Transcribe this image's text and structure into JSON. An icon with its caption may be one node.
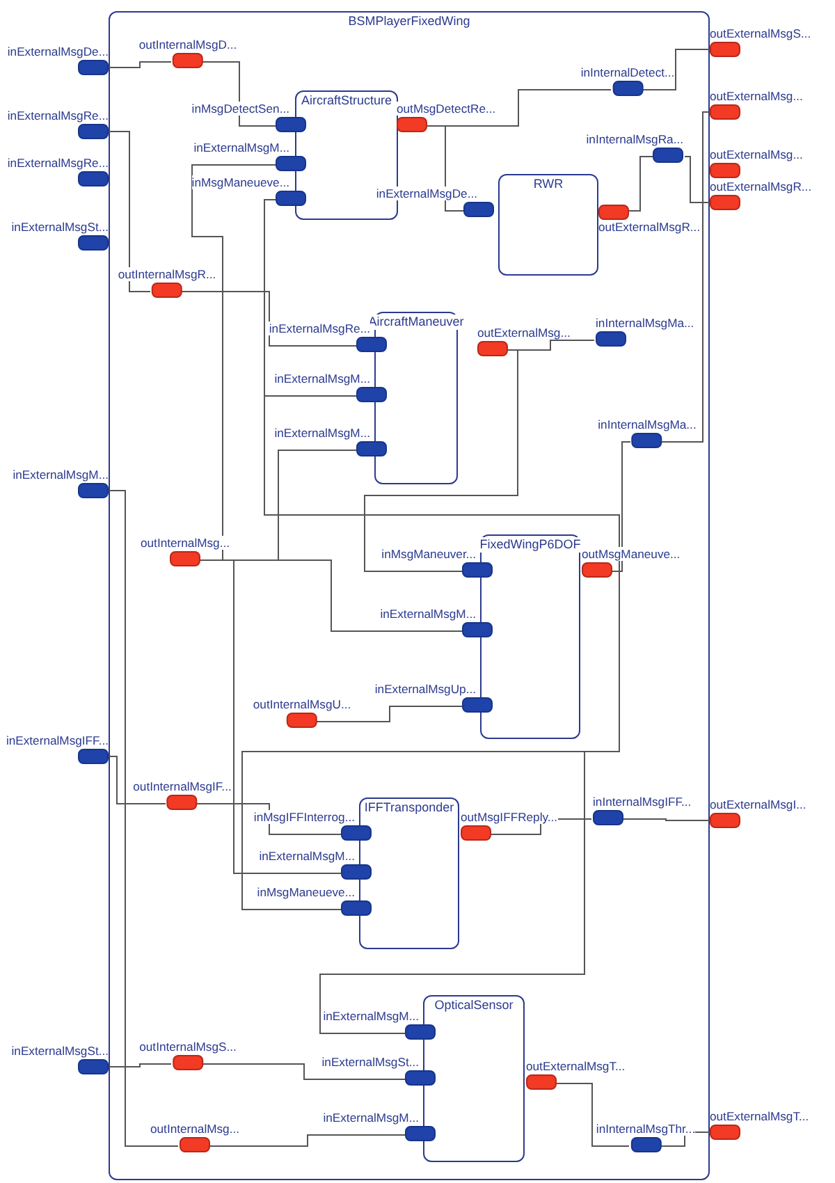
{
  "diagram": {
    "nodes": [
      {
        "text": [
          "BSMPlayerFixedWing"
        ]
      },
      {
        "text": [
          "inExternalMsgDe..."
        ]
      },
      {
        "text": [
          "inExternalMsgRe..."
        ]
      },
      {
        "text": [
          "inExternalMsgRe..."
        ]
      },
      {
        "text": [
          "inExternalMsgSt..."
        ]
      },
      {
        "text": [
          "inExternalMsgM..."
        ]
      },
      {
        "text": [
          "inExternalMsgIFF..."
        ]
      },
      {
        "text": [
          "inExternalMsgSt..."
        ]
      },
      {
        "text": [
          "outExternalMsgS..."
        ]
      },
      {
        "text": [
          "outExternalMsg..."
        ]
      },
      {
        "text": [
          "outExternalMsg..."
        ]
      },
      {
        "text": [
          "outExternalMsgR..."
        ]
      },
      {
        "text": [
          "outExternalMsgI..."
        ]
      },
      {
        "text": [
          "outExternalMsgT..."
        ]
      },
      {
        "text": [
          "AircraftStructure"
        ],
        "in": 0
      },
      {
        "text": [
          "RWR"
        ],
        "in": 0
      },
      {
        "text": [
          "AircraftManeuver"
        ],
        "in": 0
      },
      {
        "text": [
          "FixedWingP6DOF"
        ],
        "in": 0
      },
      {
        "text": [
          "IFFTransponder"
        ],
        "in": 0
      },
      {
        "text": [
          "OpticalSensor"
        ],
        "in": 0
      },
      {
        "text": [
          "outInternalMsgD..."
        ],
        "in": 0
      },
      {
        "text": [
          "outInternalMsgR..."
        ],
        "in": 0
      },
      {
        "text": [
          "inInternalDetect..."
        ],
        "in": 0
      },
      {
        "text": [
          "inInternalMsgRa..."
        ],
        "in": 0
      },
      {
        "text": [
          "inInternalMsgMa..."
        ],
        "in": 0
      },
      {
        "text": [
          "inInternalMsgMa..."
        ],
        "in": 0
      },
      {
        "text": [
          "outInternalMsg..."
        ],
        "in": 0
      },
      {
        "text": [
          "outInternalMsgU..."
        ],
        "in": 0
      },
      {
        "text": [
          "outInternalMsgIF..."
        ],
        "in": 0
      },
      {
        "text": [
          "inInternalMsgIFF..."
        ],
        "in": 0
      },
      {
        "text": [
          "outInternalMsgS..."
        ],
        "in": 0
      },
      {
        "text": [
          "outInternalMsg..."
        ],
        "in": 0
      },
      {
        "text": [
          "inInternalMsgThr..."
        ],
        "in": 0
      },
      {
        "text": [
          "inMsgDetectSen..."
        ],
        "in": 0
      },
      {
        "text": [
          "inExternalMsgM..."
        ],
        "in": 0
      },
      {
        "text": [
          "inMsgManeueve..."
        ],
        "in": 0
      },
      {
        "text": [
          "outMsgDetectRe..."
        ],
        "in": 0
      },
      {
        "text": [
          "inExternalMsgDe..."
        ],
        "in": 0
      },
      {
        "text": [
          "outExternalMsgR..."
        ],
        "in": 0
      },
      {
        "text": [
          "inExternalMsgRe..."
        ],
        "in": 0
      },
      {
        "text": [
          "inExternalMsgM..."
        ],
        "in": 0
      },
      {
        "text": [
          "inExternalMsgM..."
        ],
        "in": 0
      },
      {
        "text": [
          "outExternalMsg..."
        ],
        "in": 0
      },
      {
        "text": [
          "inMsgManeuver..."
        ],
        "in": 0
      },
      {
        "text": [
          "inExternalMsgM..."
        ],
        "in": 0
      },
      {
        "text": [
          "inExternalMsgUp..."
        ],
        "in": 0
      },
      {
        "text": [
          "outMsgManeuve..."
        ],
        "in": 0
      },
      {
        "text": [
          "inMsgIFFInterrog..."
        ],
        "in": 0
      },
      {
        "text": [
          "inExternalMsgM..."
        ],
        "in": 0
      },
      {
        "text": [
          "inMsgManeueve..."
        ],
        "in": 0
      },
      {
        "text": [
          "outMsgIFFReply..."
        ],
        "in": 0
      },
      {
        "text": [
          "inExternalMsgM..."
        ],
        "in": 0
      },
      {
        "text": [
          "inExternalMsgSt..."
        ],
        "in": 0
      },
      {
        "text": [
          "inExternalMsgM..."
        ],
        "in": 0
      },
      {
        "text": [
          "outExternalMsgT..."
        ],
        "in": 0
      }
    ],
    "edges": [
      {
        "from": 1,
        "to": 20,
        "arrow": "none"
      },
      {
        "from": 20,
        "to": 33,
        "arrow": "none"
      },
      {
        "from": 2,
        "to": 21,
        "arrow": "none"
      },
      {
        "from": 21,
        "to": 39,
        "arrow": "none"
      },
      {
        "from": 36,
        "to": 22,
        "arrow": "none"
      },
      {
        "from": 22,
        "to": 8,
        "arrow": "none"
      },
      {
        "from": 36,
        "to": 37,
        "arrow": "none"
      },
      {
        "from": 38,
        "to": 23,
        "arrow": "none"
      },
      {
        "from": 23,
        "to": 11,
        "arrow": "none"
      },
      {
        "from": 25,
        "to": 9,
        "arrow": "none"
      },
      {
        "from": 42,
        "to": 24,
        "arrow": "none"
      },
      {
        "from": 42,
        "to": 43,
        "arrow": "none"
      },
      {
        "from": 46,
        "to": 25,
        "arrow": "none"
      },
      {
        "from": 46,
        "to": 51,
        "arrow": "none"
      },
      {
        "from": 26,
        "to": 34,
        "arrow": "none"
      },
      {
        "from": 46,
        "to": 35,
        "arrow": "none"
      },
      {
        "from": 46,
        "to": 40,
        "arrow": "none"
      },
      {
        "from": 26,
        "to": 41,
        "arrow": "none"
      },
      {
        "from": 26,
        "to": 44,
        "arrow": "none"
      },
      {
        "from": 26,
        "to": 48,
        "arrow": "none"
      },
      {
        "from": 27,
        "to": 45,
        "arrow": "none"
      },
      {
        "from": 46,
        "to": 49,
        "arrow": "none"
      },
      {
        "from": 6,
        "to": 28,
        "arrow": "none"
      },
      {
        "from": 5,
        "to": 31,
        "arrow": "none"
      },
      {
        "from": 28,
        "to": 47,
        "arrow": "none"
      },
      {
        "from": 50,
        "to": 29,
        "arrow": "none"
      },
      {
        "from": 29,
        "to": 12,
        "arrow": "none"
      },
      {
        "from": 7,
        "to": 30,
        "arrow": "none"
      },
      {
        "from": 30,
        "to": 52,
        "arrow": "none"
      },
      {
        "from": 31,
        "to": 53,
        "arrow": "none"
      },
      {
        "from": 54,
        "to": 32,
        "arrow": "none"
      },
      {
        "from": 32,
        "to": 13,
        "arrow": "none"
      }
    ]
  }
}
